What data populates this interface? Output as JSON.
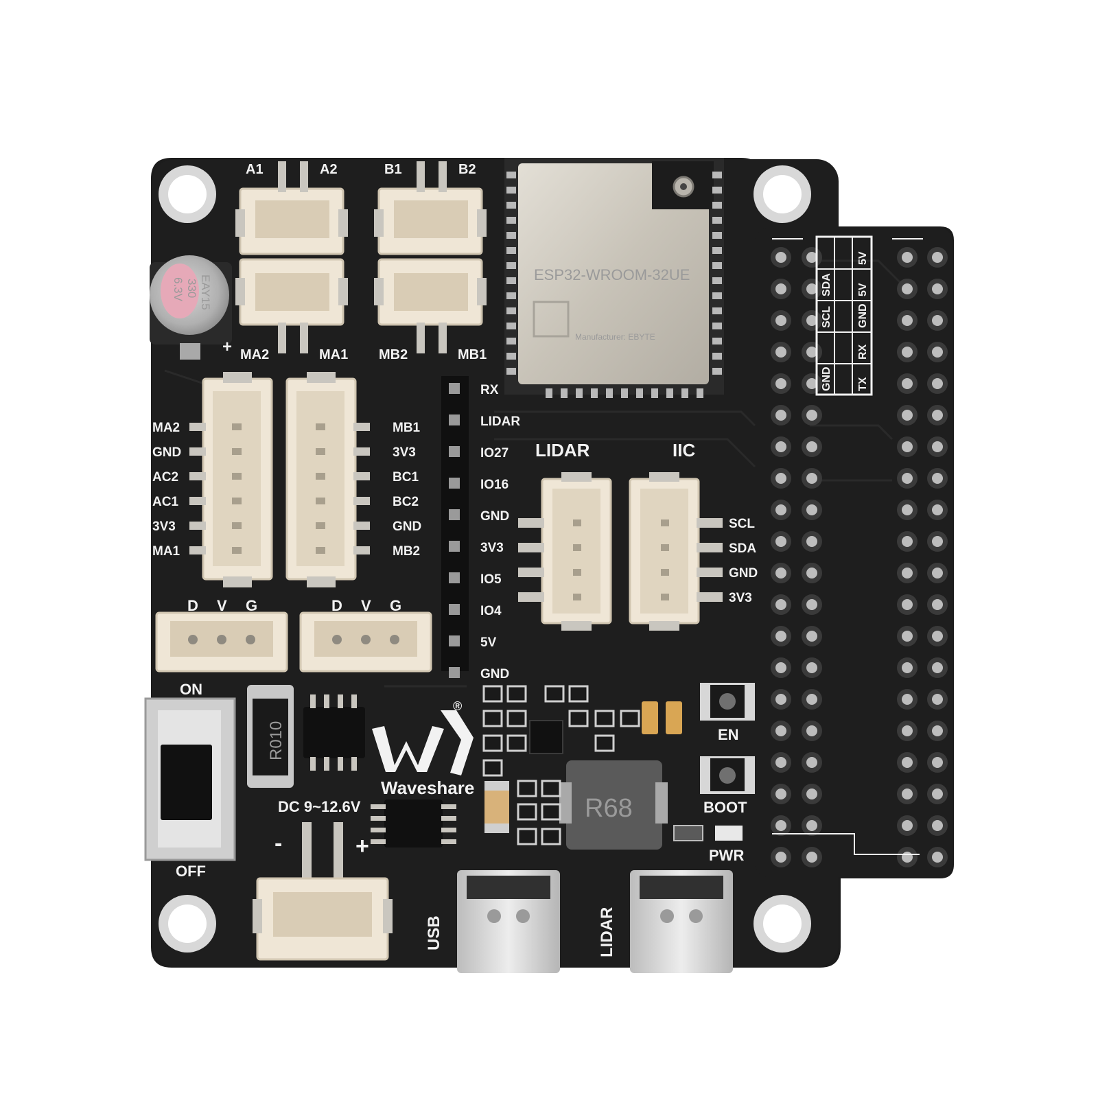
{
  "board": {
    "motor_top": [
      "A1",
      "A2",
      "B1",
      "B2"
    ],
    "motor_bottom": [
      "MA2",
      "MA1",
      "MB2",
      "MB1"
    ],
    "left_header_labels": [
      "MA2",
      "GND",
      "AC2",
      "AC1",
      "3V3",
      "MA1"
    ],
    "right_header_labels": [
      "MB1",
      "3V3",
      "BC1",
      "BC2",
      "GND",
      "MB2"
    ],
    "servo_labels": [
      "D",
      "V",
      "G"
    ],
    "pin_column": [
      "RX",
      "LIDAR",
      "IO27",
      "IO16",
      "GND",
      "3V3",
      "IO5",
      "IO4",
      "5V",
      "GND"
    ],
    "lidar_title": "LIDAR",
    "iic_title": "IIC",
    "iic_pins": [
      "SCL",
      "SDA",
      "GND",
      "3V3"
    ],
    "gpio_table": [
      [
        "GND",
        "TX",
        "RX",
        "",
        "SCL",
        "SDA",
        "",
        "5V",
        "GND",
        "5V"
      ]
    ],
    "gpio_table_rows": [
      [
        "",
        "",
        "5V"
      ],
      [
        "SDA",
        "",
        "5V"
      ],
      [
        "SCL",
        "",
        "GND"
      ],
      [
        "",
        "",
        "RX"
      ],
      [
        "GND",
        "",
        "TX"
      ]
    ],
    "switch_on": "ON",
    "switch_off": "OFF",
    "dc_label": "DC 9~12.6V",
    "dc_minus": "-",
    "dc_plus": "+",
    "brand": "Waveshare",
    "registered": "®",
    "btn_en": "EN",
    "btn_boot": "BOOT",
    "pwr_label": "PWR",
    "usb_label": "USB",
    "usb_lidar_label": "LIDAR",
    "cap_text": [
      "EAY15",
      "330",
      "6.3V"
    ],
    "cap_plus": "+",
    "shunt_text": "R010",
    "inductor_text": "R68",
    "module_text": [
      "ESP32-WROOM-32UE",
      "Manufacturer: EBYTE"
    ]
  },
  "colors": {
    "pcb": "#1c1c1c",
    "silkscreen": "#f2f2f2",
    "connector": "#efe6d6",
    "metal": "#c9c6bf"
  }
}
